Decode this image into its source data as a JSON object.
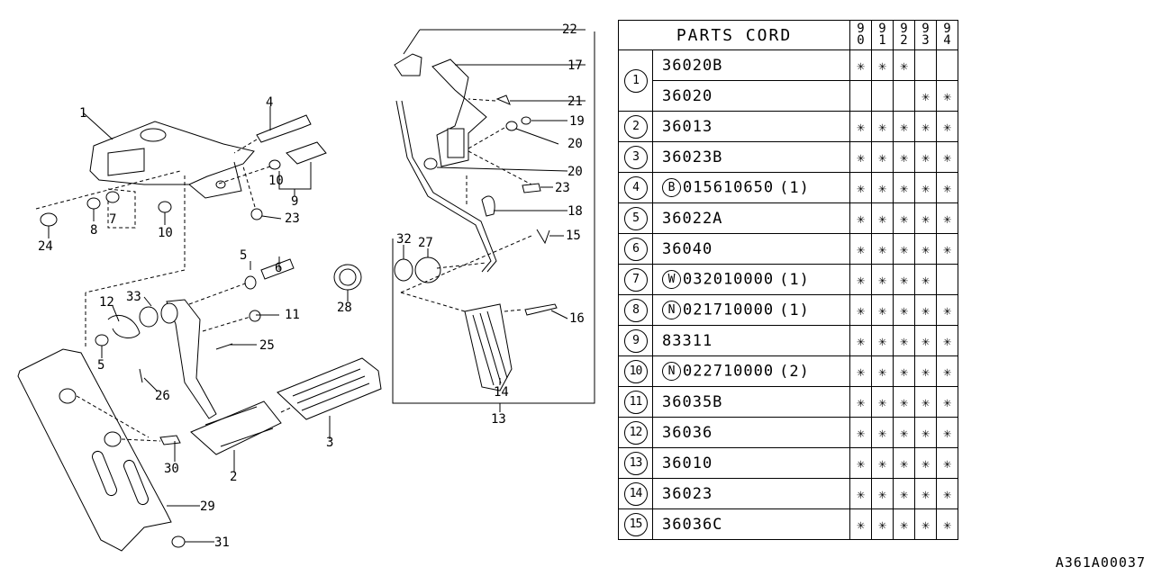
{
  "diagram": {
    "title": "Accelerator pedal assembly exploded view",
    "callouts": [
      "1",
      "4",
      "24",
      "8",
      "7",
      "10",
      "9",
      "23",
      "10",
      "5",
      "6",
      "12",
      "33",
      "11",
      "5",
      "25",
      "26",
      "28",
      "30",
      "2",
      "3",
      "29",
      "31",
      "22",
      "17",
      "21",
      "19",
      "20",
      "20",
      "23",
      "18",
      "15",
      "32",
      "27",
      "16",
      "14",
      "13"
    ]
  },
  "table": {
    "header": {
      "title": "PARTS CORD",
      "years": [
        "90",
        "91",
        "92",
        "93",
        "94"
      ]
    },
    "rows": [
      {
        "ref": "1",
        "code": "36020B",
        "prefix": "",
        "qty": "",
        "marks": [
          "*",
          "*",
          "*",
          "",
          ""
        ]
      },
      {
        "ref": "1",
        "code": "36020",
        "prefix": "",
        "qty": "",
        "marks": [
          "",
          "",
          "",
          "*",
          "*"
        ]
      },
      {
        "ref": "2",
        "code": "36013",
        "prefix": "",
        "qty": "",
        "marks": [
          "*",
          "*",
          "*",
          "*",
          "*"
        ]
      },
      {
        "ref": "3",
        "code": "36023B",
        "prefix": "",
        "qty": "",
        "marks": [
          "*",
          "*",
          "*",
          "*",
          "*"
        ]
      },
      {
        "ref": "4",
        "code": "015610650",
        "prefix": "B",
        "qty": "(1)",
        "marks": [
          "*",
          "*",
          "*",
          "*",
          "*"
        ]
      },
      {
        "ref": "5",
        "code": "36022A",
        "prefix": "",
        "qty": "",
        "marks": [
          "*",
          "*",
          "*",
          "*",
          "*"
        ]
      },
      {
        "ref": "6",
        "code": "36040",
        "prefix": "",
        "qty": "",
        "marks": [
          "*",
          "*",
          "*",
          "*",
          "*"
        ]
      },
      {
        "ref": "7",
        "code": "032010000",
        "prefix": "W",
        "qty": "(1)",
        "marks": [
          "*",
          "*",
          "*",
          "*",
          ""
        ]
      },
      {
        "ref": "8",
        "code": "021710000",
        "prefix": "N",
        "qty": "(1)",
        "marks": [
          "*",
          "*",
          "*",
          "*",
          "*"
        ]
      },
      {
        "ref": "9",
        "code": "83311",
        "prefix": "",
        "qty": "",
        "marks": [
          "*",
          "*",
          "*",
          "*",
          "*"
        ]
      },
      {
        "ref": "10",
        "code": "022710000",
        "prefix": "N",
        "qty": "(2)",
        "marks": [
          "*",
          "*",
          "*",
          "*",
          "*"
        ]
      },
      {
        "ref": "11",
        "code": "36035B",
        "prefix": "",
        "qty": "",
        "marks": [
          "*",
          "*",
          "*",
          "*",
          "*"
        ]
      },
      {
        "ref": "12",
        "code": "36036",
        "prefix": "",
        "qty": "",
        "marks": [
          "*",
          "*",
          "*",
          "*",
          "*"
        ]
      },
      {
        "ref": "13",
        "code": "36010",
        "prefix": "",
        "qty": "",
        "marks": [
          "*",
          "*",
          "*",
          "*",
          "*"
        ]
      },
      {
        "ref": "14",
        "code": "36023",
        "prefix": "",
        "qty": "",
        "marks": [
          "*",
          "*",
          "*",
          "*",
          "*"
        ]
      },
      {
        "ref": "15",
        "code": "36036C",
        "prefix": "",
        "qty": "",
        "marks": [
          "*",
          "*",
          "*",
          "*",
          "*"
        ]
      }
    ]
  },
  "doc_code": "A361A00037"
}
